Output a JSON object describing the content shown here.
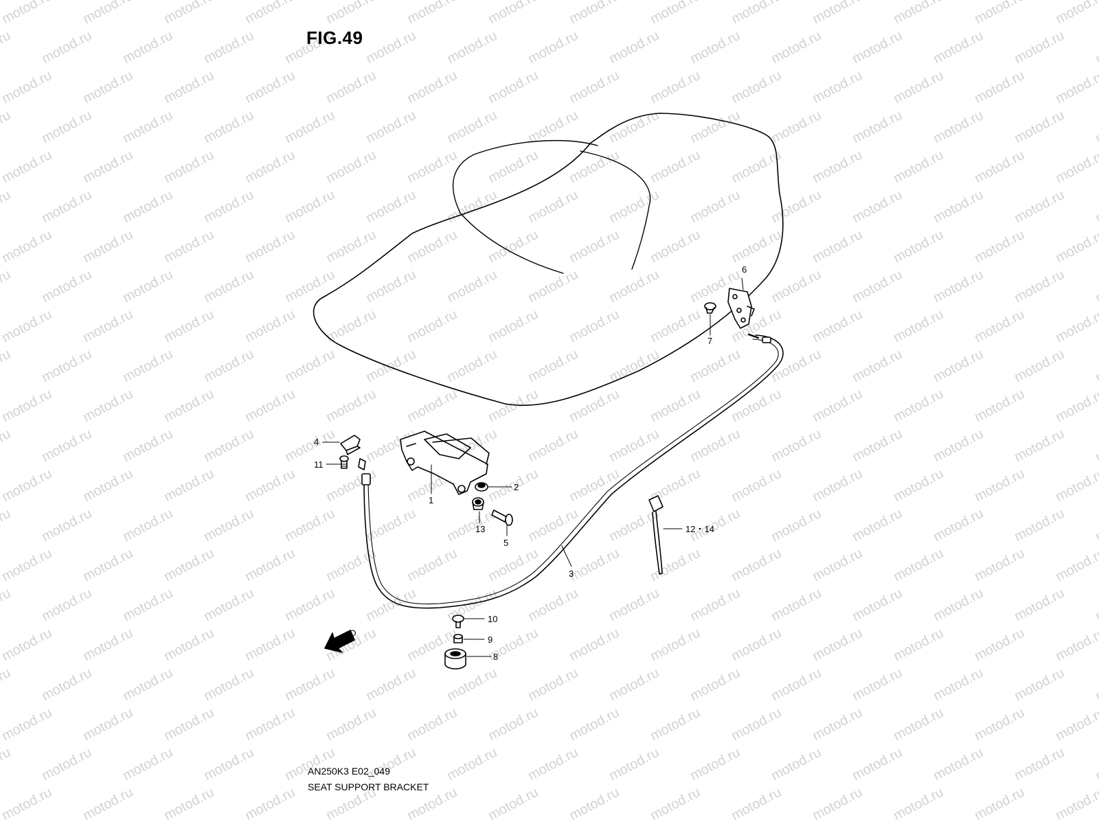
{
  "figure": {
    "title": "FIG.49",
    "code": "AN250K3 E02_049",
    "caption": "SEAT SUPPORT BRACKET"
  },
  "watermark": {
    "text": "motod.ru",
    "color": "#d2d2d2"
  },
  "forward_arrow": {
    "label": "FWD"
  },
  "parts": [
    {
      "id": "p1",
      "number": "1"
    },
    {
      "id": "p2",
      "number": "2"
    },
    {
      "id": "p3",
      "number": "3"
    },
    {
      "id": "p4",
      "number": "4"
    },
    {
      "id": "p5",
      "number": "5"
    },
    {
      "id": "p6",
      "number": "6"
    },
    {
      "id": "p7",
      "number": "7"
    },
    {
      "id": "p8",
      "number": "8"
    },
    {
      "id": "p9",
      "number": "9"
    },
    {
      "id": "p10",
      "number": "10"
    },
    {
      "id": "p11",
      "number": "11"
    },
    {
      "id": "p12_14",
      "number": "12・14"
    },
    {
      "id": "p13",
      "number": "13"
    }
  ]
}
